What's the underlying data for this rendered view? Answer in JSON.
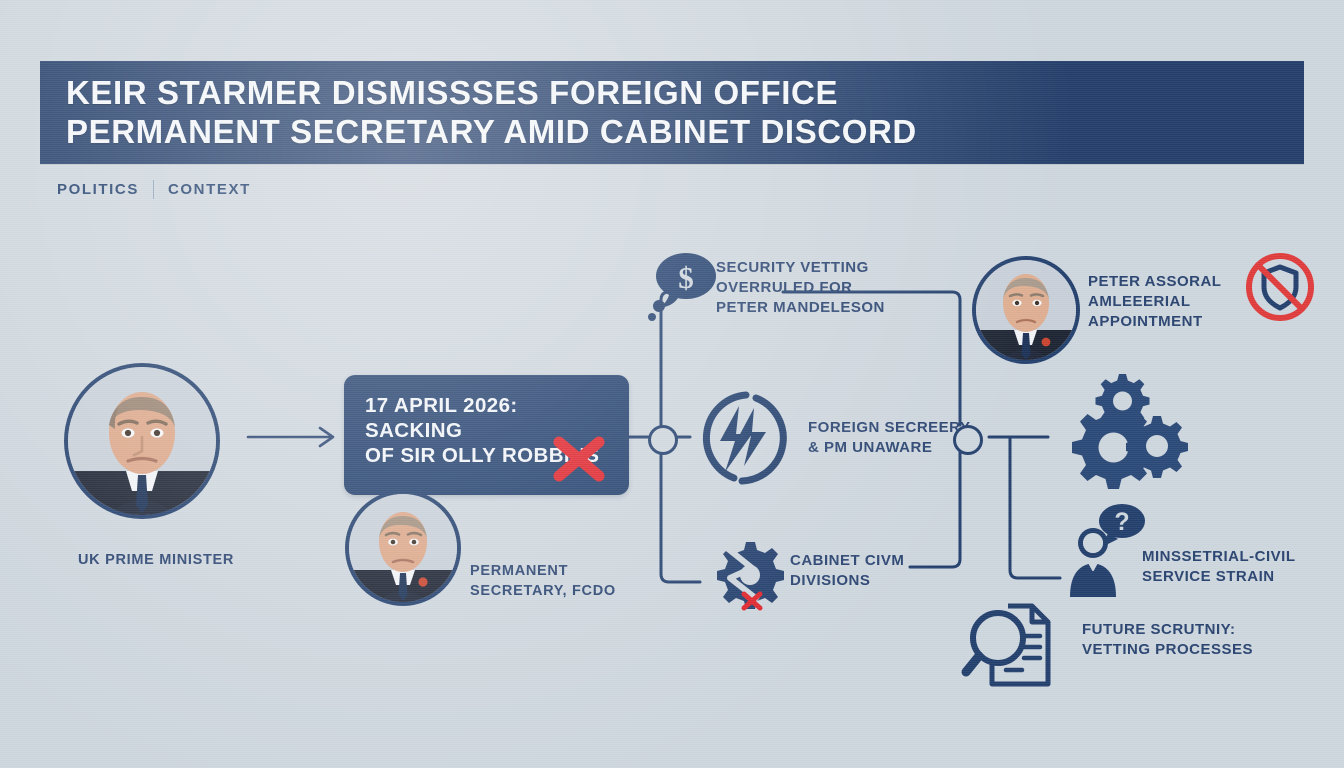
{
  "header": {
    "title": "KEIR STARMER DISMISSSES FOREIGN OFFICE\nPERMANENT SECRETARY AMID CABINET DISCORD",
    "kicker_primary": "POLITICS",
    "kicker_secondary": "CONTEXT"
  },
  "colors": {
    "background": "#ced6de",
    "navy": "#23406e",
    "navy_text": "#2a4471",
    "header_band": "#243f6b",
    "header_text": "#f4f7fa",
    "accent_red": "#e0242c",
    "prohibition_red": "#e03c3c"
  },
  "event_card": {
    "text": "17 APRIL 2026: SACKING\nOF SIR OLLY ROBBINS",
    "marker_icon": "red-x-icon"
  },
  "people": [
    {
      "id": "prime-minister",
      "caption": "UK PRIME MINISTER",
      "portrait_icon": "portrait-keir-starmer"
    },
    {
      "id": "permanent-secretary",
      "caption": "PERMANENT\nSECRETARY, FCDO",
      "portrait_icon": "portrait-olly-robbins"
    },
    {
      "id": "peter-mandelson",
      "caption": "PETER ASSORAL\nAMLEEERIAL\nAPPOINTMENT",
      "portrait_icon": "portrait-peter-mandelson",
      "badge_icon": "no-shield-icon"
    }
  ],
  "nodes": [
    {
      "id": "security-vetting",
      "label": "SECURITY VETTING\nOVERRULED FOR\nPETER MANDELESON",
      "icon": "thought-bubble-dollar-icon"
    },
    {
      "id": "foreign-secretary-unaware",
      "label": "FOREIGN SECREERY\n& PM UNAWARE",
      "icon": "broken-circle-lightning-icon"
    },
    {
      "id": "cabinet-divisions",
      "label": "CABINET CIVM\nDIVISIONS",
      "icon": "broken-gear-icon"
    },
    {
      "id": "ministerial-civil-service-strain",
      "label": "MINßETRIAL-CIVIL\nSERVICE STRAIN",
      "icon": "person-question-bubble-icon",
      "secondary_icon": "gears-icon"
    },
    {
      "id": "future-scrutiny",
      "label": "FUTURE SCRUTNIY:\nVETTING PROCESSES",
      "icon": "magnifier-document-icon"
    }
  ],
  "connectors": {
    "arrow_icon": "arrow-right-icon",
    "hub_left": "junction-node-left",
    "hub_right": "junction-node-right"
  }
}
